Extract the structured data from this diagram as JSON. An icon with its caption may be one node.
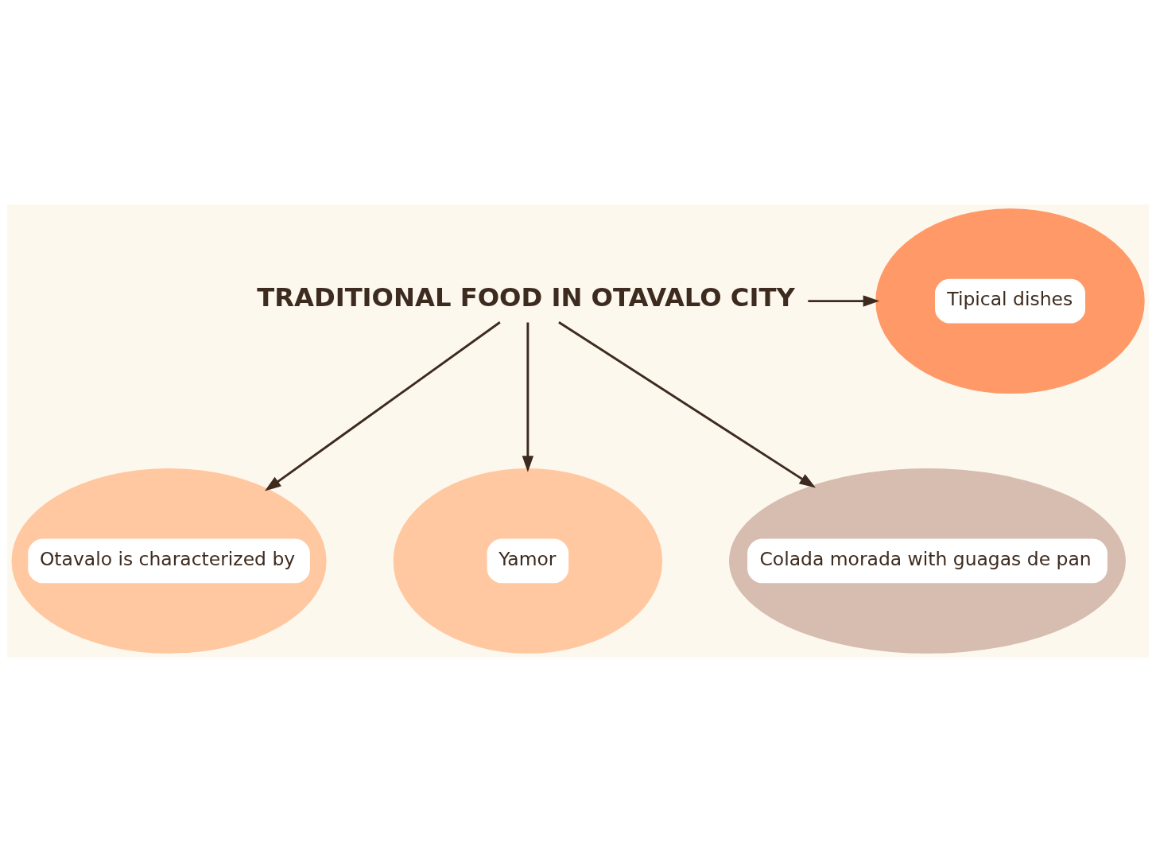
{
  "diagram": {
    "nodes": [
      {
        "text": [
          "Otavalo is characterized by"
        ]
      },
      {
        "text": [
          "Tipical dishes"
        ]
      },
      {
        "text": [
          "TRADITIONAL FOOD IN OTAVALO CITY"
        ]
      },
      {
        "text": [
          "Yamor"
        ]
      },
      {
        "text": [
          "Colada morada with guagas de pan"
        ]
      }
    ],
    "edges": [
      {
        "from": 2,
        "to": 0,
        "arrow": "to"
      },
      {
        "from": 2,
        "to": 1,
        "arrow": "to"
      },
      {
        "from": 2,
        "to": 3,
        "arrow": "to"
      },
      {
        "from": 2,
        "to": 4,
        "arrow": "to"
      }
    ]
  }
}
